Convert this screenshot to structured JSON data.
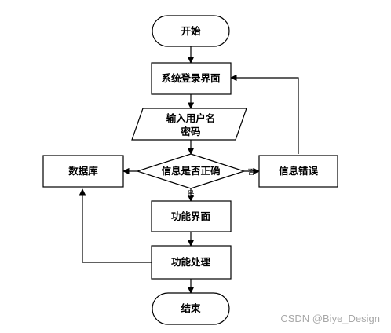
{
  "nodes": {
    "start": "开始",
    "login": "系统登录界面",
    "input_line1": "输入用户名",
    "input_line2": "密码",
    "check": "信息是否正确",
    "database": "数据库",
    "error": "信息错误",
    "func_ui": "功能界面",
    "func_proc": "功能处理",
    "end": "结束"
  },
  "edges": {
    "yes": "是",
    "no": "否"
  },
  "watermark": "CSDN @Biye_Design"
}
